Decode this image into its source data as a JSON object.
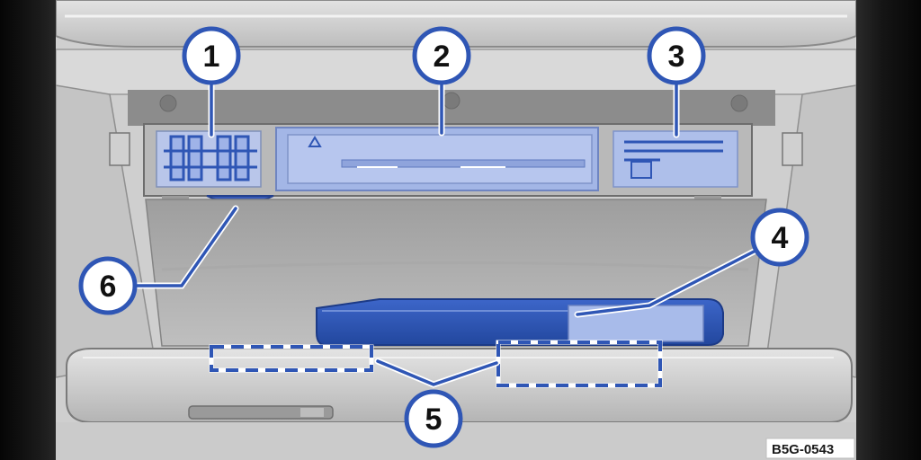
{
  "figure_code": "B5G-0543",
  "callouts": [
    "1",
    "2",
    "3",
    "4",
    "5",
    "6"
  ],
  "colors": {
    "highlight_blue": "#2f56b5",
    "light_blue": "#9fb3e8",
    "panel_gray": "#d4d4d4",
    "background_gray": "#cfcfcf"
  }
}
